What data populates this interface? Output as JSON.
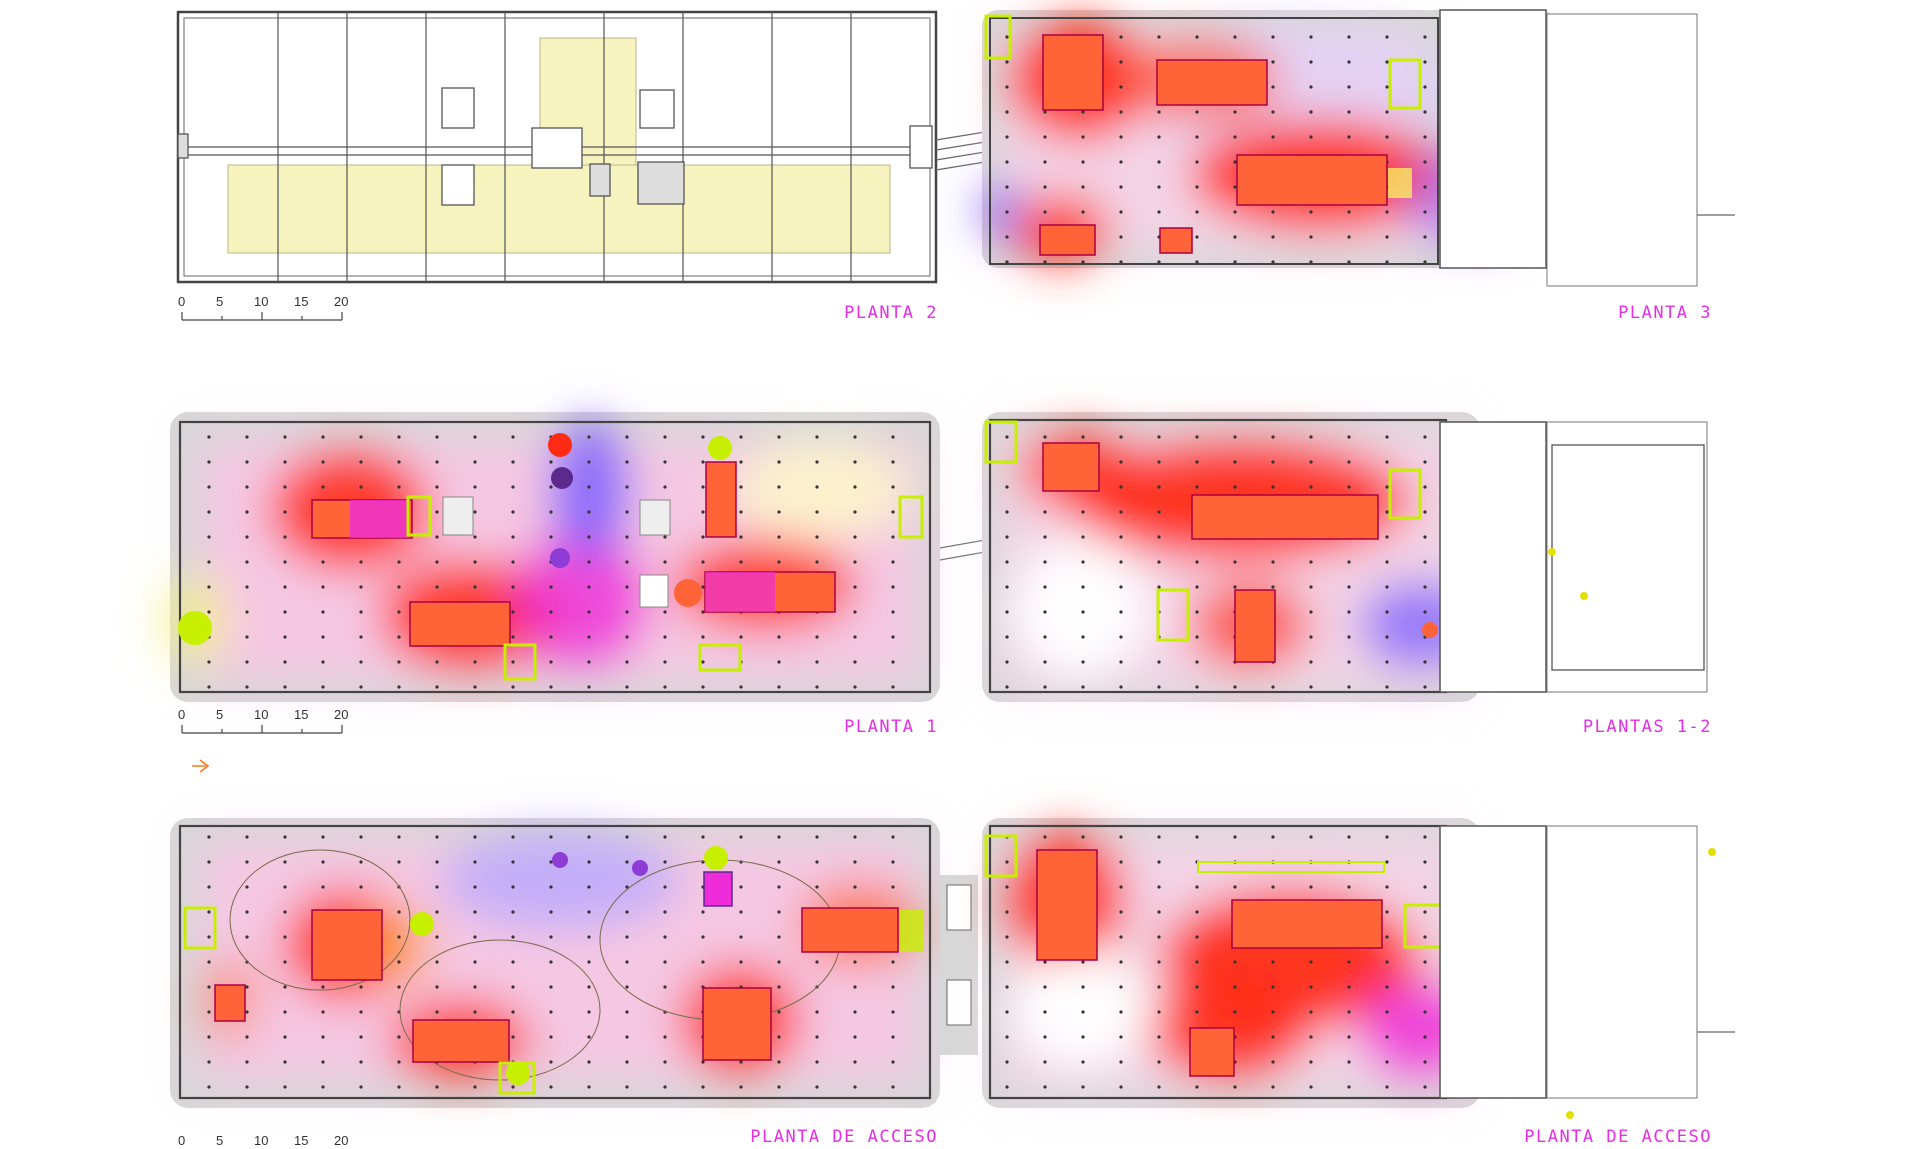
{
  "colors": {
    "label": "#e62ee6",
    "wall": "#444444",
    "slab": "#d7d7d7",
    "heat_red": "#ff2a14",
    "heat_orange": "#ff6a2a",
    "heat_magenta": "#ee2bd8",
    "heat_violet": "#7a5cff",
    "heat_pink": "#ffc2e6",
    "heat_lilac": "#d6c8ff",
    "heat_yellow": "#f3f08a",
    "lime": "#c7f000",
    "object_orange": "#ff6438",
    "object_purple": "#8d3dd6",
    "object_dark": "#5b2a8c",
    "highlight_yellow": "#f7f3bf",
    "scale_color": "#444444"
  },
  "plans": {
    "planta_2": {
      "label": "PLANTA 2"
    },
    "planta_3": {
      "label": "PLANTA 3"
    },
    "planta_1": {
      "label": "PLANTA 1"
    },
    "plantas_1_2": {
      "label": "PLANTAS  1-2"
    },
    "acceso_left": {
      "label": "PLANTA DE ACCESO"
    },
    "acceso_right": {
      "label": "PLANTA DE ACCESO"
    }
  },
  "scale_bar": {
    "ticks": [
      "0",
      "5",
      "10",
      "15",
      "20"
    ]
  },
  "north_icon": "north-arrow-icon"
}
